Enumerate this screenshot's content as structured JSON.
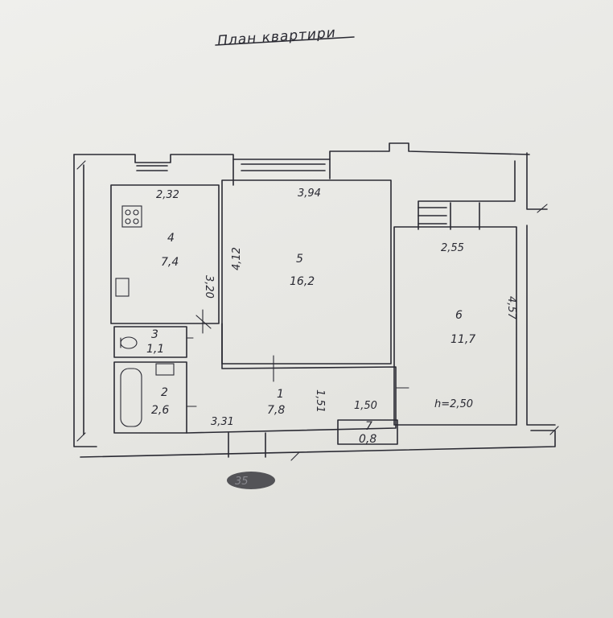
{
  "title": "План квартири",
  "stamp": "35",
  "rooms": [
    {
      "number": "4",
      "area": "7,4"
    },
    {
      "number": "5",
      "area": "16,2"
    },
    {
      "number": "6",
      "area": "11,7"
    },
    {
      "number": "3",
      "area": "1,1"
    },
    {
      "number": "2",
      "area": "2,6"
    },
    {
      "number": "1",
      "area": "7,8"
    },
    {
      "number": "7",
      "area": "0,8"
    }
  ],
  "dimensions": {
    "kitchen_width": "2,32",
    "kitchen_length": "3,20",
    "living_width": "3,94",
    "living_length": "4,12",
    "bedroom_width": "2,55",
    "bedroom_length": "4,57",
    "hall_length": "3,31",
    "hall_width": "1,51",
    "balcony_length": "1,50",
    "ceiling_height": "h=2,50"
  },
  "colors": {
    "paper": "#ebebe8",
    "ink": "#2a2a33"
  }
}
